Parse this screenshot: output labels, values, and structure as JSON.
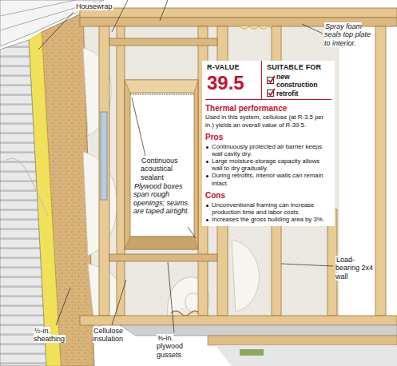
{
  "diagram": {
    "nodes": [
      {
        "text": [
          "R-VALUE",
          "39.5",
          "SUITABLE FOR",
          "new construction",
          "retrofit",
          "Thermal performance",
          "Used in this system, cellulose (at R-3.5 per in.) yields an overall value of R-39.5.",
          "Pros",
          "Continuously protected air barrier keeps wall cavity dry.",
          "Large moisture-storage capacity allows wall to dry gradually.",
          "During retrofits, interior walls can remain intact.",
          "Cons",
          "Unconventional framing can increase production time and labor costs.",
          "Increases the gross building area by 3%."
        ]
      }
    ],
    "labels": [
      "Housewrap",
      "Spray foam seals top plate to interior.",
      "Continuous acoustical sealant",
      "Plywood boxes span rough openings; seams are taped airtight.",
      "Load-bearing 2x4 wall",
      "½-in. sheathing",
      "Cellulose insulation",
      "⅜-in. plywood gussets"
    ]
  }
}
